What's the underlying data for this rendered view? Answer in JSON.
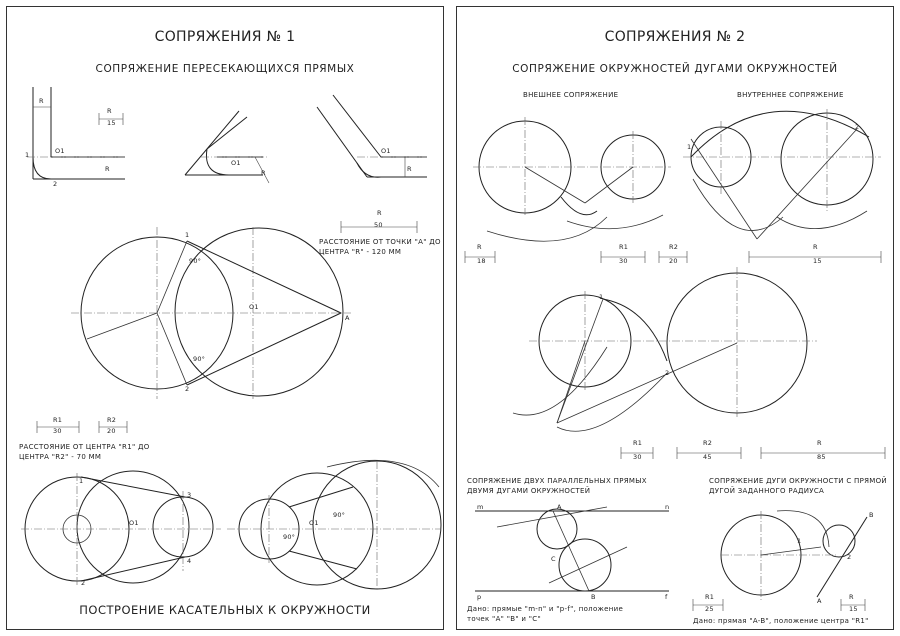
{
  "sheet1": {
    "title": "СОПРЯЖЕНИЯ № 1",
    "subtitle": "СОПРЯЖЕНИЕ ПЕРЕСЕКАЮЩИХСЯ ПРЯМЫХ",
    "note_a_line1": "РАССТОЯНИЕ ОТ ТОЧКИ \"А\" ДО",
    "note_a_line2": "ЦЕНТРА \"R\" - 120 ММ",
    "note_r1_line1": "РАССТОЯНИЕ ОТ ЦЕНТРА \"R1\" ДО",
    "note_r1_line2": "ЦЕНТРА \"R2\" - 70 ММ",
    "bottom_title": "ПОСТРОЕНИЕ КАСАТЕЛЬНЫХ К ОКРУЖНОСТИ",
    "labels": {
      "R": "R",
      "R1": "R1",
      "R2": "R2",
      "O1": "O1",
      "A": "A",
      "n1": "1",
      "n2": "2",
      "n3": "3",
      "n4": "4",
      "v15": "15",
      "v50": "50",
      "v30": "30",
      "v20": "20",
      "a90": "90°"
    }
  },
  "sheet2": {
    "title": "СОПРЯЖЕНИЯ № 2",
    "subtitle": "СОПРЯЖЕНИЕ ОКРУЖНОСТЕЙ ДУГАМИ ОКРУЖНОСТЕЙ",
    "external": "ВНЕШНЕЕ СОПРЯЖЕНИЕ",
    "internal": "ВНУТРЕННЕЕ СОПРЯЖЕНИЕ",
    "parallel_line1": "СОПРЯЖЕНИЕ ДВУХ ПАРАЛЛЕЛЬНЫХ ПРЯМЫХ",
    "parallel_line2": "ДВУМЯ ДУГАМИ ОКРУЖНОСТЕЙ",
    "arc_line1": "СОПРЯЖЕНИЕ ДУГИ ОКРУЖНОСТИ С ПРЯМОЙ",
    "arc_line2": "ДУГОЙ ЗАДАННОГО РАДИУСА",
    "given1_line1": "Дано: прямые \"m-n\" и \"p-f\", положение",
    "given1_line2": "точек \"A\" \"B\" и \"C\"",
    "given2": "Дано: прямая \"A-B\", положение центра \"R1\"",
    "labels": {
      "R": "R",
      "R1": "R1",
      "R2": "R2",
      "m": "m",
      "n": "n",
      "p": "p",
      "f": "f",
      "A": "A",
      "B": "B",
      "C": "C",
      "n1": "1",
      "n2": "2",
      "v18": "18",
      "v30": "30",
      "v20": "20",
      "v15": "15",
      "v45": "45",
      "v85": "85",
      "v25": "25"
    }
  }
}
